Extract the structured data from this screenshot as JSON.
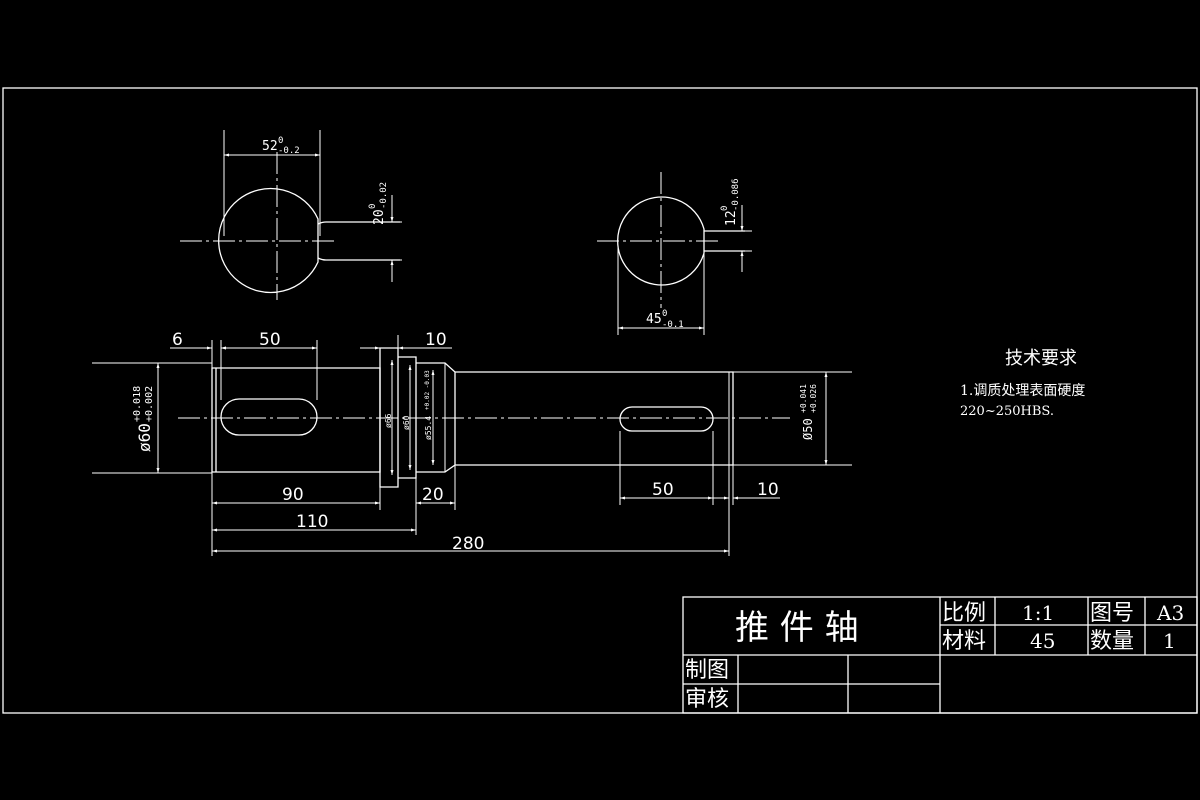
{
  "section_a": {
    "width_nominal": "52",
    "width_upper": "0",
    "width_lower": "-0.2",
    "key_nominal": "20",
    "key_upper": "0",
    "key_lower": "-0.02"
  },
  "section_b": {
    "width_nominal": "45",
    "width_upper": "0",
    "width_lower": "-0.1",
    "key_nominal": "12",
    "key_upper": "0",
    "key_lower": "-0.086"
  },
  "shaft": {
    "dim_6": "6",
    "dim_50_top": "50",
    "dim_10_top": "10",
    "dia_60_prefix": "ø60",
    "dia_60_upper": "+0.018",
    "dia_60_lower": "+0.002",
    "dia_66": "ø66",
    "dia_60b": "ø60",
    "dia_55": "ø55.4",
    "dia_55_tol": "+0.02 -0.03",
    "dia_50": "Ø50",
    "dia_50_upper": "+0.041",
    "dia_50_lower": "+0.026",
    "dim_90": "90",
    "dim_20": "20",
    "dim_110": "110",
    "dim_280": "280",
    "dim_50_bottom": "50",
    "dim_10_bottom": "10"
  },
  "tech_requirements": {
    "title": "技术要求",
    "line1": "1.调质处理表面硬度",
    "line2": "220~250HBS."
  },
  "title_block": {
    "part_name": "推 件 轴",
    "scale_label": "比例",
    "scale_value": "1:1",
    "drawing_no_label": "图号",
    "drawing_no_value": "A3",
    "material_label": "材料",
    "material_value": "45",
    "quantity_label": "数量",
    "quantity_value": "1",
    "drawn_label": "制图",
    "checked_label": "审核"
  }
}
